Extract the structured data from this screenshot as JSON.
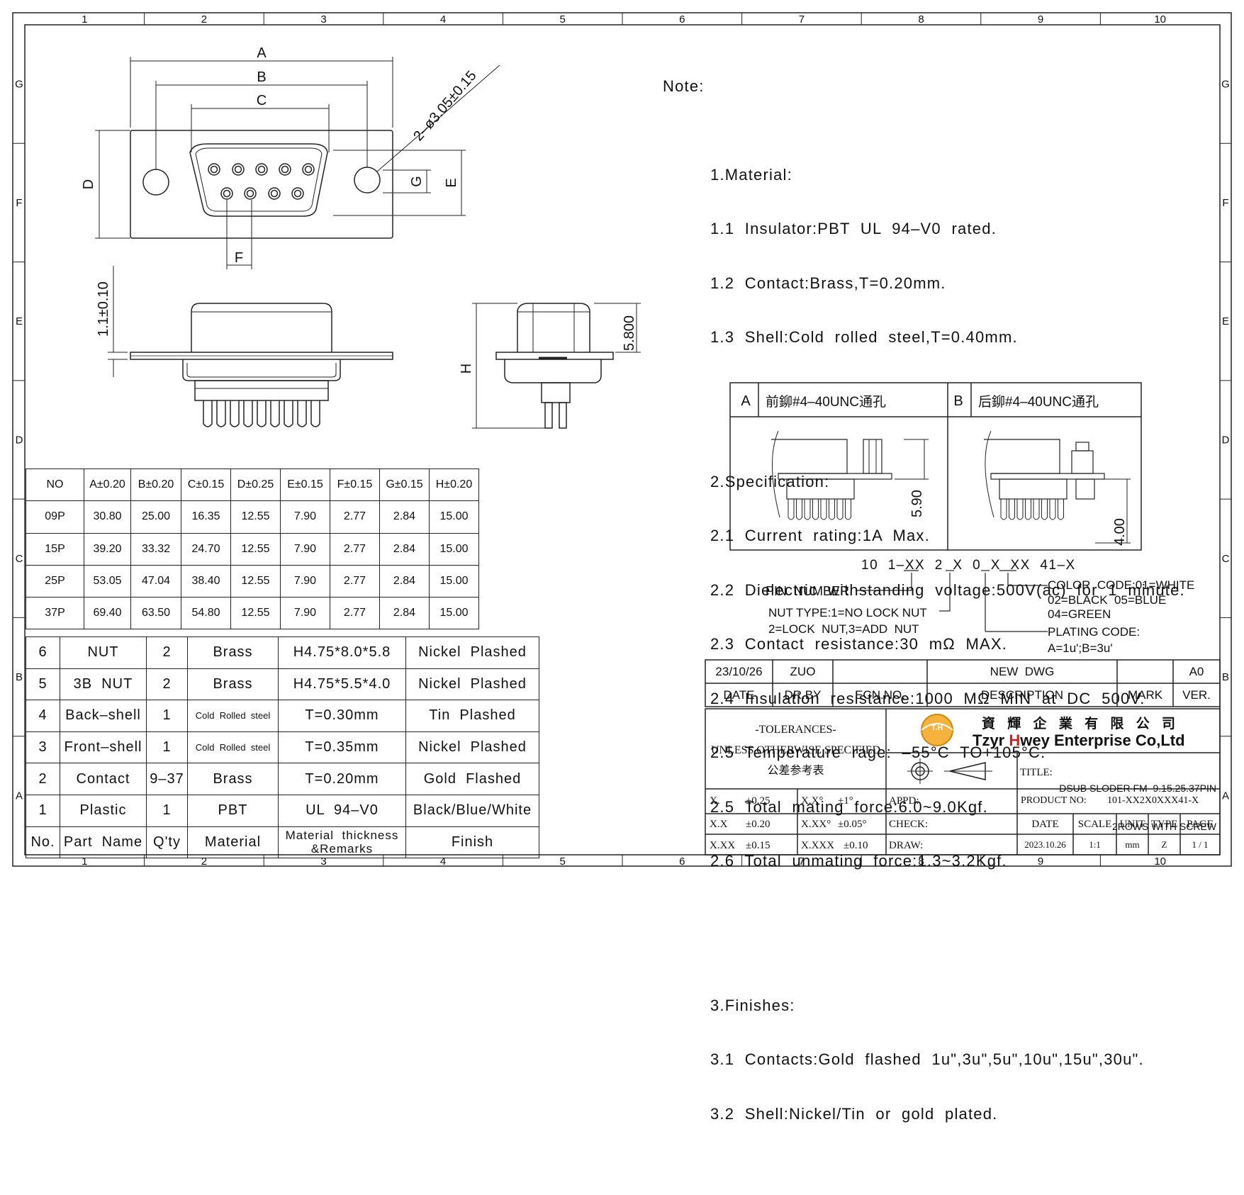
{
  "border": {
    "cols": [
      "1",
      "2",
      "3",
      "4",
      "5",
      "6",
      "7",
      "8",
      "9",
      "10"
    ],
    "rows": [
      "G",
      "F",
      "E",
      "D",
      "C",
      "B",
      "A"
    ]
  },
  "drawing": {
    "dim_labels": {
      "A": "A",
      "B": "B",
      "C": "C",
      "D": "D",
      "E": "E",
      "F": "F",
      "G": "G",
      "H": "H"
    },
    "hole_callout": "2–ø3.05±0.15",
    "flange_thk": "1.1±0.10",
    "side_height": "5.800"
  },
  "notes": {
    "heading": "Note:",
    "material": [
      "1.Material:",
      "1.1  Insulator:PBT  UL  94–V0  rated.",
      "1.2  Contact:Brass,T=0.20mm.",
      "1.3  Shell:Cold  rolled  steel,T=0.40mm."
    ],
    "spec": [
      "2.Specification:",
      "2.1  Current  rating:1A  Max.",
      "2.2  Dielectric  withstanding  voltage:500V(ac)  for  1  minute.",
      "2.3  Contact  resistance:30  mΩ  MAX.",
      "2.4  Insulation  resistance:1000  MΩ  MIN  at  DC  500V.",
      "2.5  Temperature  rage:  –55°C  TO+105°C.",
      "2.5  Total  mating  force:6.0~9.0Kgf.",
      "2.6  Total  unmating  force:1.3~3.2Kgf."
    ],
    "finish": [
      "3.Finishes:",
      "3.1  Contacts:Gold  flashed  1u\",3u\",5u\",10u\",15u\",30u\".",
      "3.2  Shell:Nickel/Tin  or  gold  plated."
    ]
  },
  "option_box": {
    "a_letter": "A",
    "a_text": "前鉚#4–40UNC通孔",
    "a_dim": "5.90",
    "b_letter": "B",
    "b_text": "后鉚#4–40UNC通孔",
    "b_dim": "4.00"
  },
  "part_code": {
    "code": "10  1–XX  2  X  0  X  XX  41–X",
    "pin_number": "PIN  NUMBER",
    "nut_type_1": "NUT TYPE:1=NO LOCK NUT",
    "nut_type_2": "2=LOCK  NUT,3=ADD  NUT",
    "color_1": "COLOR  CODE:01=WHITE",
    "color_2": "02=BLACK  05=BLUE",
    "color_3": "04=GREEN",
    "plating_1": "PLATING  CODE:",
    "plating_2": "A=1u';B=3u'"
  },
  "dim_table": {
    "headers": [
      "NO",
      "A±0.20",
      "B±0.20",
      "C±0.15",
      "D±0.25",
      "E±0.15",
      "F±0.15",
      "G±0.15",
      "H±0.20"
    ],
    "rows": [
      [
        "09P",
        "30.80",
        "25.00",
        "16.35",
        "12.55",
        "7.90",
        "2.77",
        "2.84",
        "15.00"
      ],
      [
        "15P",
        "39.20",
        "33.32",
        "24.70",
        "12.55",
        "7.90",
        "2.77",
        "2.84",
        "15.00"
      ],
      [
        "25P",
        "53.05",
        "47.04",
        "38.40",
        "12.55",
        "7.90",
        "2.77",
        "2.84",
        "15.00"
      ],
      [
        "37P",
        "69.40",
        "63.50",
        "54.80",
        "12.55",
        "7.90",
        "2.77",
        "2.84",
        "15.00"
      ]
    ]
  },
  "bom": {
    "rows": [
      [
        "6",
        "NUT",
        "2",
        "Brass",
        "H4.75*8.0*5.8",
        "Nickel  Plashed"
      ],
      [
        "5",
        "3B  NUT",
        "2",
        "Brass",
        "H4.75*5.5*4.0",
        "Nickel  Plashed"
      ],
      [
        "4",
        "Back–shell",
        "1",
        "Cold  Rolled  steel",
        "T=0.30mm",
        "Tin  Plashed"
      ],
      [
        "3",
        "Front–shell",
        "1",
        "Cold  Rolled  steel",
        "T=0.35mm",
        "Nickel  Plashed"
      ],
      [
        "2",
        "Contact",
        "9–37",
        "Brass",
        "T=0.20mm",
        "Gold  Flashed"
      ],
      [
        "1",
        "Plastic",
        "1",
        "PBT",
        "UL  94–V0",
        "Black/Blue/White"
      ]
    ],
    "header": [
      "No.",
      "Part  Name",
      "Q'ty",
      "Material",
      "Material  thickness",
      "&Remarks",
      "Finish"
    ]
  },
  "title_block": {
    "rev_date": "23/10/26",
    "rev_by": "ZUO",
    "rev_desc": "NEW  DWG",
    "rev_ver": "A0",
    "h_date": "DATE",
    "h_drby": "DR.BY",
    "h_ecn": "ECN.NO.",
    "h_desc": "DESCRIPTION",
    "h_mark": "MARK",
    "h_ver": "VER.",
    "tol_1": "-TOLERANCES-",
    "tol_2": "UNLESS OTHERWISE SPECIFIED",
    "tol_3": "公差参考表",
    "logo_mark": "T.H",
    "company_cn": "資 輝 企 業 有 限 公 司",
    "company_en_1": "Tzyr ",
    "company_en_h": "H",
    "company_en_2": "wey Enterprise Co,Ltd",
    "title_label": "TITLE:",
    "title_1": "DSUB SLODER FM  9.15.25.37PIN",
    "title_2": "2ROWS WITH SCREW",
    "tol_rows": [
      [
        "X.",
        "±0.25",
        "X.X°",
        "±1°"
      ],
      [
        "X.X",
        "±0.20",
        "X.XX°",
        "±0.05°"
      ],
      [
        "X.XX",
        "±0.15",
        "X.XXX",
        "±0.10"
      ]
    ],
    "appd": "APPD:",
    "check": "CHECK:",
    "draw": "DRAW:",
    "product_no_label": "PRODUCT NO:",
    "product_no": "101-XX2X0XXX41-X",
    "h2_date": "DATE",
    "h2_scale": "SCALE",
    "h2_unit": "UNIT",
    "h2_type": "TYPE",
    "h2_page": "PAGE",
    "v_date": "2023.10.26",
    "v_scale": "1:1",
    "v_unit": "mm",
    "v_type": "Z",
    "v_page": "1 / 1"
  }
}
